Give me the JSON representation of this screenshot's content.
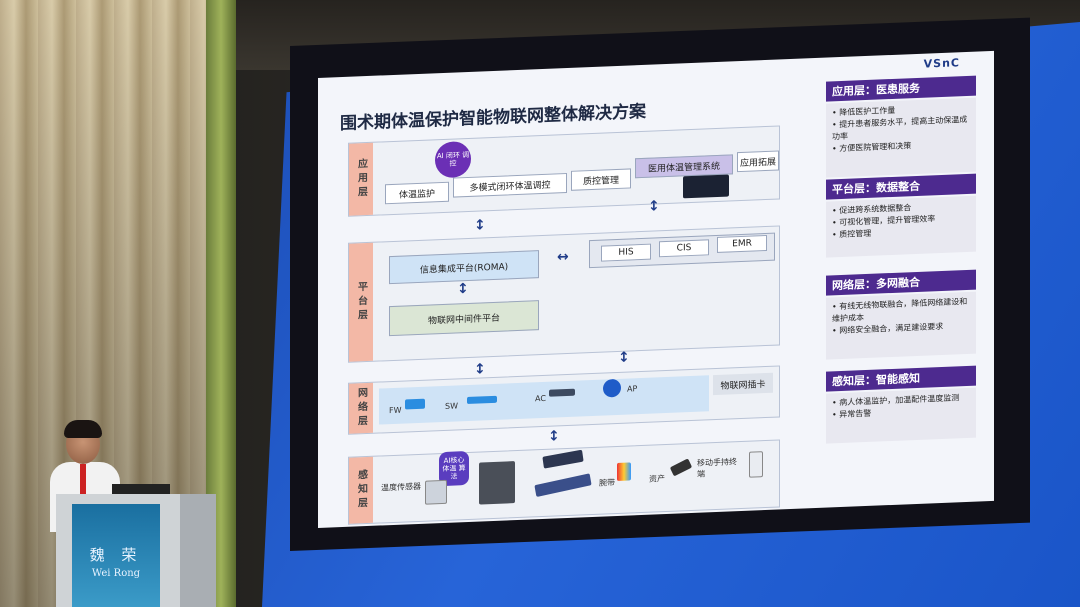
{
  "slide": {
    "title": "围术期体温保护智能物联网整体解决方案",
    "logo": "VSnC",
    "layers": {
      "app": {
        "tag": "应用层",
        "items": [
          "体温监护",
          "多模式闭环体温调控",
          "质控管理",
          "医用体温管理系统",
          "应用拓展"
        ],
        "ai_badge": "AI 闭环 调控"
      },
      "platform": {
        "tag": "平台层",
        "items": [
          "信息集成平台(ROMA)",
          "物联网中间件平台"
        ],
        "systems": [
          "HIS",
          "CIS",
          "EMR"
        ]
      },
      "network": {
        "tag": "网络层",
        "items": [
          "FW",
          "SW",
          "AC",
          "AP",
          "物联网插卡"
        ]
      },
      "sensing": {
        "tag": "感知层",
        "items": [
          "温度传感器",
          "腕带",
          "资产",
          "移动手持终端"
        ],
        "ai_badge": "AI核心 体温 算法"
      }
    },
    "panel": [
      {
        "head": "应用层：医患服务",
        "points": [
          "降低医护工作量",
          "提升患者服务水平，提高主动保温成功率",
          "方便医院管理和决策"
        ]
      },
      {
        "head": "平台层：数据整合",
        "points": [
          "促进跨系统数据整合",
          "可视化管理，提升管理效率",
          "质控管理"
        ]
      },
      {
        "head": "网络层：多网融合",
        "points": [
          "有线无线物联融合，降低网络建设和维护成本",
          "网络安全融合，满足建设要求"
        ]
      },
      {
        "head": "感知层：智能感知",
        "points": [
          "病人体温监护，加温配件温度监测",
          "异常告警"
        ]
      }
    ]
  },
  "podium": {
    "name_cn": "魏 荣",
    "name_en": "Wei Rong"
  }
}
